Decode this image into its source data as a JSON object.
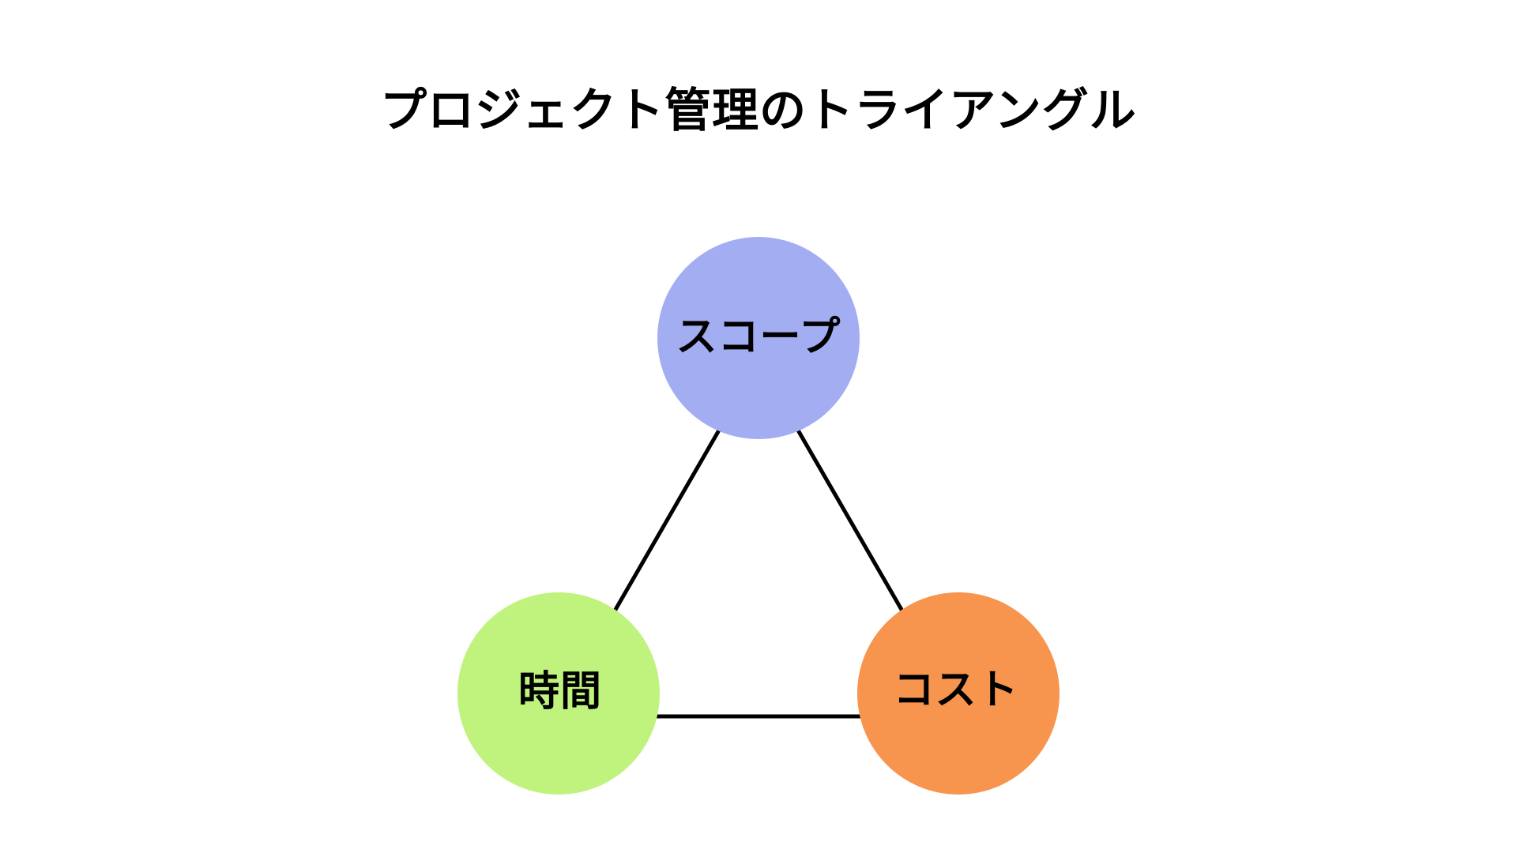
{
  "page": {
    "background": "#ffffff"
  },
  "diagram": {
    "title": "プロジェクト管理のトライアングル",
    "title_color": "#000000",
    "edge_color": "#000000",
    "label_color": "#000000",
    "nodes": [
      {
        "id": "scope",
        "label": "スコープ",
        "fill": "#A3ADF2",
        "position": "top"
      },
      {
        "id": "time",
        "label": "時間",
        "fill": "#BFF37D",
        "position": "bottom-left"
      },
      {
        "id": "cost",
        "label": "コスト",
        "fill": "#F7954F",
        "position": "bottom-right"
      }
    ],
    "edges": [
      {
        "from": "scope",
        "to": "time"
      },
      {
        "from": "time",
        "to": "cost"
      },
      {
        "from": "cost",
        "to": "scope"
      }
    ]
  }
}
